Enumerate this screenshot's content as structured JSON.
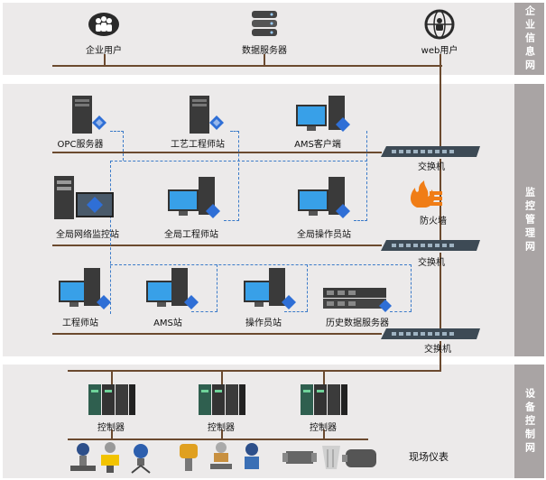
{
  "zones": {
    "enterprise": "企业信息网",
    "monitoring": "监控管理网",
    "equipment": "设备控制网"
  },
  "enterprise": {
    "enterprise_user": "企业用户",
    "data_server": "数据服务器",
    "web_user": "web用户"
  },
  "monitor_row1": {
    "opc_server": "OPC服务器",
    "process_engineer": "工艺工程师站",
    "ams_client": "AMS客户端"
  },
  "monitor_row2": {
    "global_monitor": "全局网络监控站",
    "global_engineer": "全局工程师站",
    "global_operator": "全局操作员站"
  },
  "monitor_row3": {
    "engineer": "工程师站",
    "ams": "AMS站",
    "operator": "操作员站",
    "history_server": "历史数据服务器"
  },
  "network": {
    "switch1": "交换机",
    "firewall": "防火墙",
    "switch2": "交换机",
    "switch3": "交换机"
  },
  "equipment": {
    "controller1": "控制器",
    "controller2": "控制器",
    "controller3": "控制器",
    "field_instruments": "现场仪表"
  },
  "colors": {
    "band": "#eceaea",
    "side": "#a9a4a4",
    "line": "#6b4a2f",
    "dashed": "#3b7bc9",
    "firewall": "#f07d16"
  }
}
